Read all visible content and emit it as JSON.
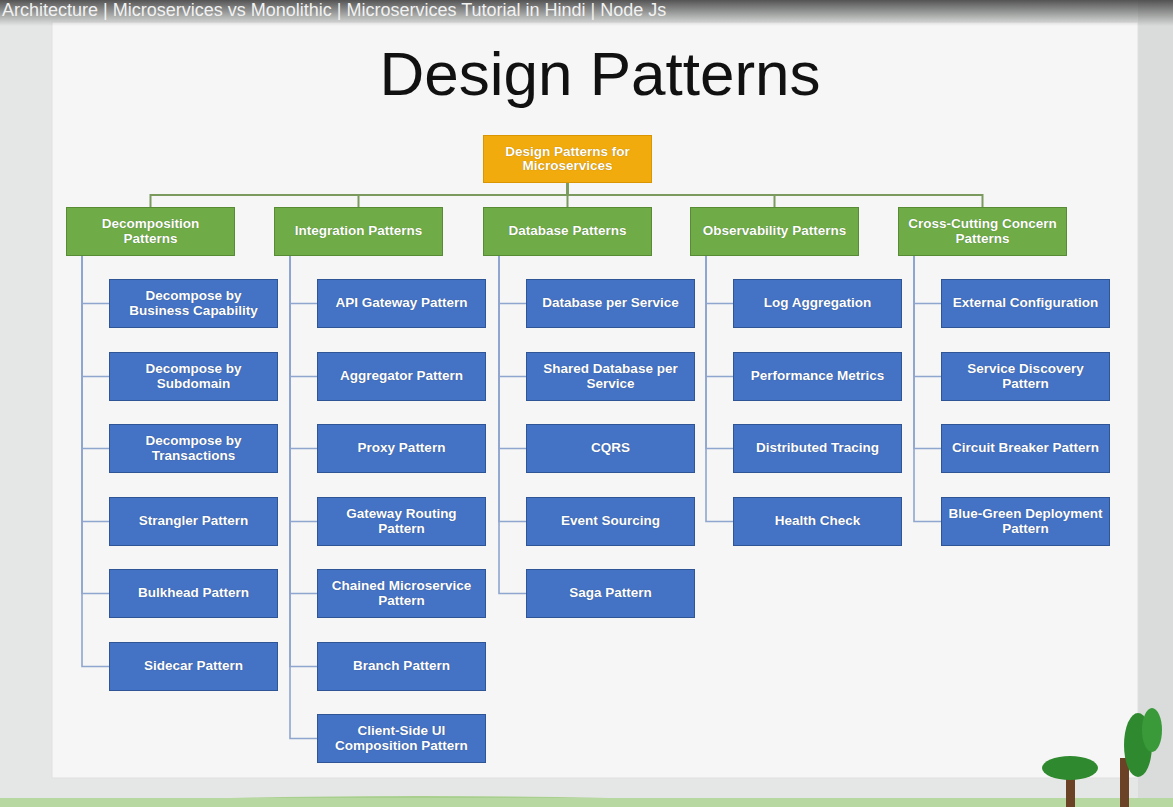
{
  "diagram": {
    "title": "Design Patterns",
    "nodes": [
      {
        "text": [
          "Design Patterns for Microservices"
        ]
      },
      {
        "text": [
          "Decomposition Patterns"
        ]
      },
      {
        "text": [
          "Integration Patterns"
        ]
      },
      {
        "text": [
          "Database Patterns"
        ]
      },
      {
        "text": [
          "Observability Patterns"
        ]
      },
      {
        "text": [
          "Cross-Cutting Concern Patterns"
        ]
      },
      {
        "text": [
          "Decompose by Business Capability"
        ]
      },
      {
        "text": [
          "Decompose by Subdomain"
        ]
      },
      {
        "text": [
          "Decompose by Transactions"
        ]
      },
      {
        "text": [
          "Strangler Pattern"
        ]
      },
      {
        "text": [
          "Bulkhead Pattern"
        ]
      },
      {
        "text": [
          "Sidecar Pattern"
        ]
      },
      {
        "text": [
          "API Gateway Pattern"
        ]
      },
      {
        "text": [
          "Aggregator Pattern"
        ]
      },
      {
        "text": [
          "Proxy Pattern"
        ]
      },
      {
        "text": [
          "Gateway Routing Pattern"
        ]
      },
      {
        "text": [
          "Chained Microservice Pattern"
        ]
      },
      {
        "text": [
          "Branch Pattern"
        ]
      },
      {
        "text": [
          "Client-Side UI Composition Pattern"
        ]
      },
      {
        "text": [
          "Database per Service"
        ]
      },
      {
        "text": [
          "Shared Database per Service"
        ]
      },
      {
        "text": [
          "CQRS"
        ]
      },
      {
        "text": [
          "Event Sourcing"
        ]
      },
      {
        "text": [
          "Saga Pattern"
        ]
      },
      {
        "text": [
          "Log Aggregation"
        ]
      },
      {
        "text": [
          "Performance Metrics"
        ]
      },
      {
        "text": [
          "Distributed Tracing"
        ]
      },
      {
        "text": [
          "Health Check"
        ]
      },
      {
        "text": [
          "External Configuration"
        ]
      },
      {
        "text": [
          "Service Discovery Pattern"
        ]
      },
      {
        "text": [
          "Circuit Breaker Pattern"
        ]
      },
      {
        "text": [
          "Blue-Green Deployment Pattern"
        ]
      }
    ],
    "edges": [
      {
        "from": 0,
        "to": 1,
        "arrow": "none"
      },
      {
        "from": 0,
        "to": 2,
        "arrow": "none"
      },
      {
        "from": 0,
        "to": 3,
        "arrow": "none"
      },
      {
        "from": 0,
        "to": 4,
        "arrow": "none"
      },
      {
        "from": 0,
        "to": 5,
        "arrow": "none"
      },
      {
        "from": 1,
        "to": 6,
        "arrow": "none"
      },
      {
        "from": 1,
        "to": 7,
        "arrow": "none"
      },
      {
        "from": 1,
        "to": 8,
        "arrow": "none"
      },
      {
        "from": 1,
        "to": 9,
        "arrow": "none"
      },
      {
        "from": 1,
        "to": 10,
        "arrow": "none"
      },
      {
        "from": 1,
        "to": 11,
        "arrow": "none"
      },
      {
        "from": 2,
        "to": 12,
        "arrow": "none"
      },
      {
        "from": 2,
        "to": 13,
        "arrow": "none"
      },
      {
        "from": 2,
        "to": 14,
        "arrow": "none"
      },
      {
        "from": 2,
        "to": 15,
        "arrow": "none"
      },
      {
        "from": 2,
        "to": 16,
        "arrow": "none"
      },
      {
        "from": 2,
        "to": 17,
        "arrow": "none"
      },
      {
        "from": 2,
        "to": 18,
        "arrow": "none"
      },
      {
        "from": 3,
        "to": 19,
        "arrow": "none"
      },
      {
        "from": 3,
        "to": 20,
        "arrow": "none"
      },
      {
        "from": 3,
        "to": 21,
        "arrow": "none"
      },
      {
        "from": 3,
        "to": 22,
        "arrow": "none"
      },
      {
        "from": 3,
        "to": 23,
        "arrow": "none"
      },
      {
        "from": 4,
        "to": 24,
        "arrow": "none"
      },
      {
        "from": 4,
        "to": 25,
        "arrow": "none"
      },
      {
        "from": 4,
        "to": 26,
        "arrow": "none"
      },
      {
        "from": 4,
        "to": 27,
        "arrow": "none"
      },
      {
        "from": 5,
        "to": 28,
        "arrow": "none"
      },
      {
        "from": 5,
        "to": 29,
        "arrow": "none"
      },
      {
        "from": 5,
        "to": 30,
        "arrow": "none"
      },
      {
        "from": 5,
        "to": 31,
        "arrow": "none"
      }
    ],
    "labels": [
      "Architecture | Microservices vs Monolithic | Microservices Tutorial in Hindi | Node Js"
    ]
  }
}
